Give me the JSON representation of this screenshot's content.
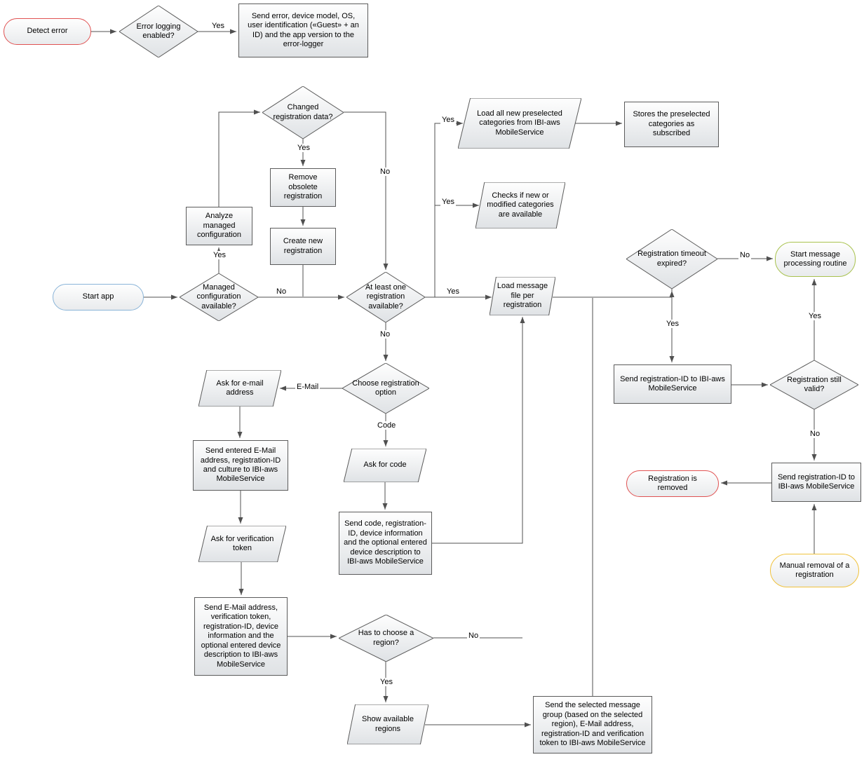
{
  "diagram": {
    "nodes": {
      "detect_error": {
        "label": "Detect error"
      },
      "error_logging_enabled": {
        "label": "Error logging enabled?"
      },
      "send_error_logger": {
        "label": "Send error, device model, OS, user identification («Guest» + an ID) and the app version to the error-logger"
      },
      "start_app": {
        "label": "Start app"
      },
      "managed_config_available": {
        "label": "Managed configuration available?"
      },
      "analyze_managed_config": {
        "label": "Analyze managed configuration"
      },
      "changed_registration_data": {
        "label": "Changed registration data?"
      },
      "remove_obsolete_registration": {
        "label": "Remove obsolete registration"
      },
      "create_new_registration": {
        "label": "Create new registration"
      },
      "at_least_one_registration": {
        "label": "At least one registration available?"
      },
      "load_message_file": {
        "label": "Load message file per registration"
      },
      "load_all_new_preselected": {
        "label": "Load all new preselected categories from IBI-aws MobileService"
      },
      "stores_preselected": {
        "label": "Stores the preselected categories as subscribed"
      },
      "checks_new_modified": {
        "label": "Checks if new or modified categories are available"
      },
      "registration_timeout_expired": {
        "label": "Registration timeout expired?"
      },
      "start_message_processing": {
        "label": "Start message processing routine"
      },
      "send_regid_mobileservice_1": {
        "label": "Send registration-ID to IBI-aws MobileService"
      },
      "registration_still_valid": {
        "label": "Registration still valid?"
      },
      "send_regid_mobileservice_2": {
        "label": "Send registration-ID to IBI-aws MobileService"
      },
      "registration_removed": {
        "label": "Registration is removed"
      },
      "manual_removal": {
        "label": "Manual removal of a registration"
      },
      "choose_registration_option": {
        "label": "Choose registration option"
      },
      "ask_email": {
        "label": "Ask for e-mail address"
      },
      "send_email_regid_culture": {
        "label": "Send entered E-Mail address, registration-ID and culture to IBI-aws MobileService"
      },
      "ask_verification_token": {
        "label": "Ask for verification token"
      },
      "send_email_token_device": {
        "label": "Send E-Mail address, verification token, registration-ID, device information and the optional entered device description to IBI-aws MobileService"
      },
      "ask_for_code": {
        "label": "Ask for code"
      },
      "send_code_device": {
        "label": "Send code, registration-ID, device information and the optional entered device description to IBI-aws MobileService"
      },
      "has_to_choose_region": {
        "label": "Has to choose a region?"
      },
      "show_available_regions": {
        "label": "Show available regions"
      },
      "send_selected_message_group": {
        "label": "Send the selected message group (based on the selected region), E-Mail address, registration-ID and verification token to IBI-aws MobileService"
      }
    },
    "edge_labels": {
      "error_yes": "Yes",
      "managed_yes": "Yes",
      "managed_no": "No",
      "changed_yes": "Yes",
      "changed_no": "No",
      "atleast_yes": "Yes",
      "preselected_yes": "Yes",
      "checks_yes": "Yes",
      "atleast_no": "No",
      "timeout_yes": "Yes",
      "timeout_no": "No",
      "valid_yes": "Yes",
      "valid_no": "No",
      "choose_email": "E-Mail",
      "choose_code": "Code",
      "region_no": "No",
      "region_yes": "Yes"
    },
    "colors": {
      "connector": "#505050",
      "terminator_red": "#e05252",
      "terminator_blue": "#8ab4d8",
      "terminator_green": "#a8c24e",
      "terminator_yellow": "#f0c23c"
    }
  }
}
